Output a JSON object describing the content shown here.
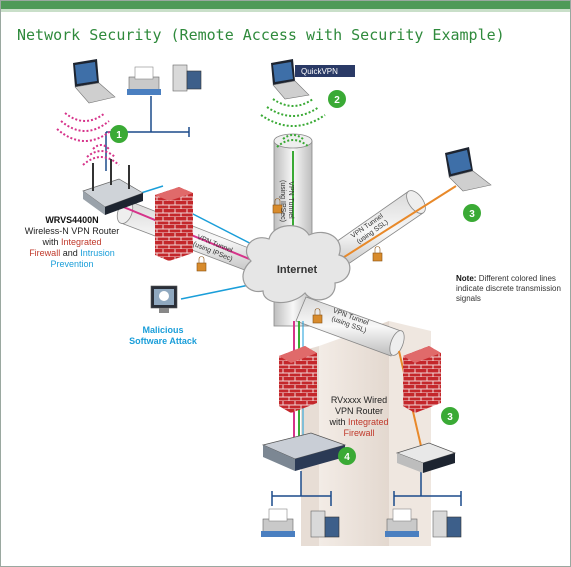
{
  "title": "Network Security (Remote Access with Security Example)",
  "router": {
    "model": "WRVS4400N",
    "line1": "Wireless-N VPN Router",
    "with": "with",
    "firewall": "Integrated",
    "firewall2": "Firewall",
    "and": "and",
    "intrusion": "Intrusion",
    "prevention": "Prevention"
  },
  "malware": {
    "line1": "Malicious",
    "line2": "Software Attack"
  },
  "internet": "Internet",
  "rv_router": {
    "line1": "RVxxxx Wired",
    "line2": "VPN Router",
    "with": "with",
    "firewall": "Integrated",
    "firewall2": "Firewall"
  },
  "note": {
    "bold": "Note:",
    "text": "Different colored lines indicate discrete transmission signals"
  },
  "tunnels": {
    "top": [
      "VPN Tunnel",
      "(using IPSec)"
    ],
    "left": [
      "VPN Tunnel",
      "(using IPSec)"
    ],
    "right_upper": [
      "VPN Tunnel",
      "(using SSL)"
    ],
    "right_lower": [
      "VPN Tunnel",
      "(using SSL)"
    ]
  },
  "badges": [
    "1",
    "2",
    "3",
    "3",
    "4"
  ],
  "laptop_screen_text": "QuickVPN",
  "colors": {
    "accent": "#2f8a3c",
    "red": "#c0392b",
    "blue": "#1a9ed9",
    "orange": "#e8892a",
    "green": "#3aaa35",
    "magenta": "#d6338a"
  }
}
